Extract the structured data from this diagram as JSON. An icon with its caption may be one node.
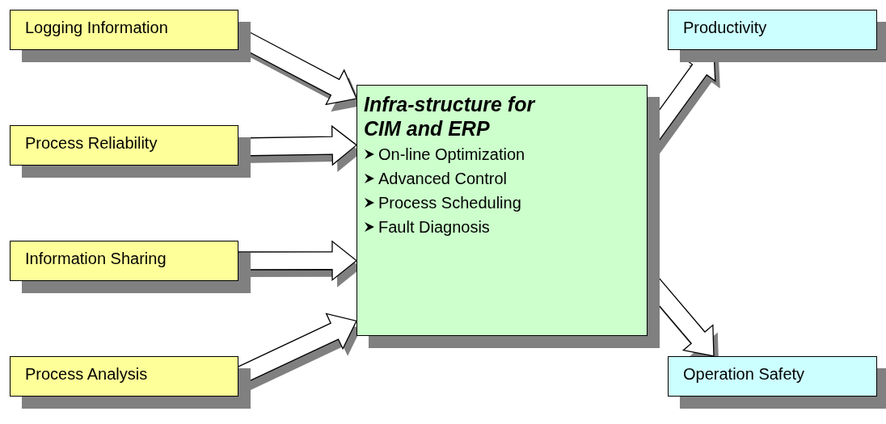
{
  "diagram": {
    "nodes": [
      {
        "text": [
          "Logging Information"
        ]
      },
      {
        "text": [
          "Process Reliability"
        ]
      },
      {
        "text": [
          "Information Sharing"
        ]
      },
      {
        "text": [
          "Process Analysis"
        ]
      },
      {
        "text": [
          "Infra-structure for CIM and ERP",
          "On-line Optimization",
          "Advanced Control",
          "Process Scheduling",
          "Fault Diagnosis"
        ]
      },
      {
        "text": [
          "Productivity"
        ]
      },
      {
        "text": [
          "Operation Safety"
        ]
      }
    ],
    "edges": [
      {
        "from": 0,
        "to": 4,
        "arrow": "to"
      },
      {
        "from": 1,
        "to": 4,
        "arrow": "to"
      },
      {
        "from": 2,
        "to": 4,
        "arrow": "to"
      },
      {
        "from": 3,
        "to": 4,
        "arrow": "to"
      },
      {
        "from": 4,
        "to": 5,
        "arrow": "to"
      },
      {
        "from": 4,
        "to": 6,
        "arrow": "to"
      }
    ]
  }
}
